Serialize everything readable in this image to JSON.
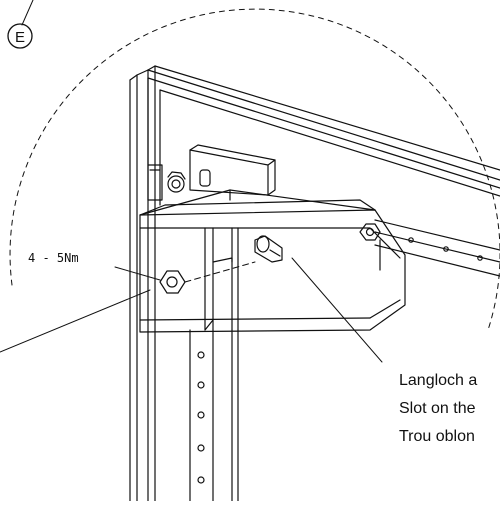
{
  "detail": {
    "label": "E"
  },
  "torque": {
    "text": "4 - 5Nm"
  },
  "callout": {
    "line_de": "Langloch a",
    "line_en": "Slot on the",
    "line_fr": "Trou oblon"
  },
  "colors": {
    "ink": "#111111",
    "paper": "#ffffff"
  }
}
